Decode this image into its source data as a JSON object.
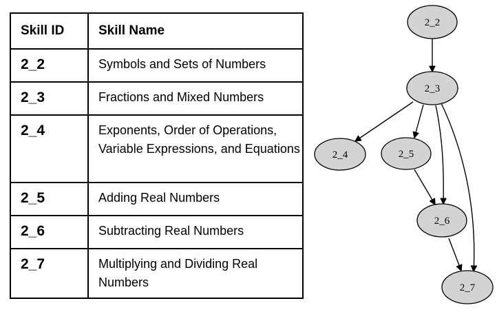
{
  "table": {
    "headers": {
      "id": "Skill ID",
      "name": "Skill Name"
    },
    "rows": [
      {
        "id": "2_2",
        "name": "Symbols and Sets of Numbers"
      },
      {
        "id": "2_3",
        "name": "Fractions and Mixed Numbers"
      },
      {
        "id": "2_4",
        "name": "Exponents, Order of Operations, Variable Expressions, and Equations"
      },
      {
        "id": "2_5",
        "name": "Adding Real Numbers"
      },
      {
        "id": "2_6",
        "name": "Subtracting Real Numbers"
      },
      {
        "id": "2_7",
        "name": "Multiplying and Dividing Real Numbers"
      }
    ]
  },
  "graph": {
    "nodes": [
      "2_2",
      "2_3",
      "2_4",
      "2_5",
      "2_6",
      "2_7"
    ],
    "edges": [
      [
        "2_2",
        "2_3"
      ],
      [
        "2_3",
        "2_4"
      ],
      [
        "2_3",
        "2_5"
      ],
      [
        "2_3",
        "2_6"
      ],
      [
        "2_3",
        "2_7"
      ],
      [
        "2_5",
        "2_6"
      ],
      [
        "2_6",
        "2_7"
      ]
    ],
    "node_fill": "#d3d3d3"
  }
}
